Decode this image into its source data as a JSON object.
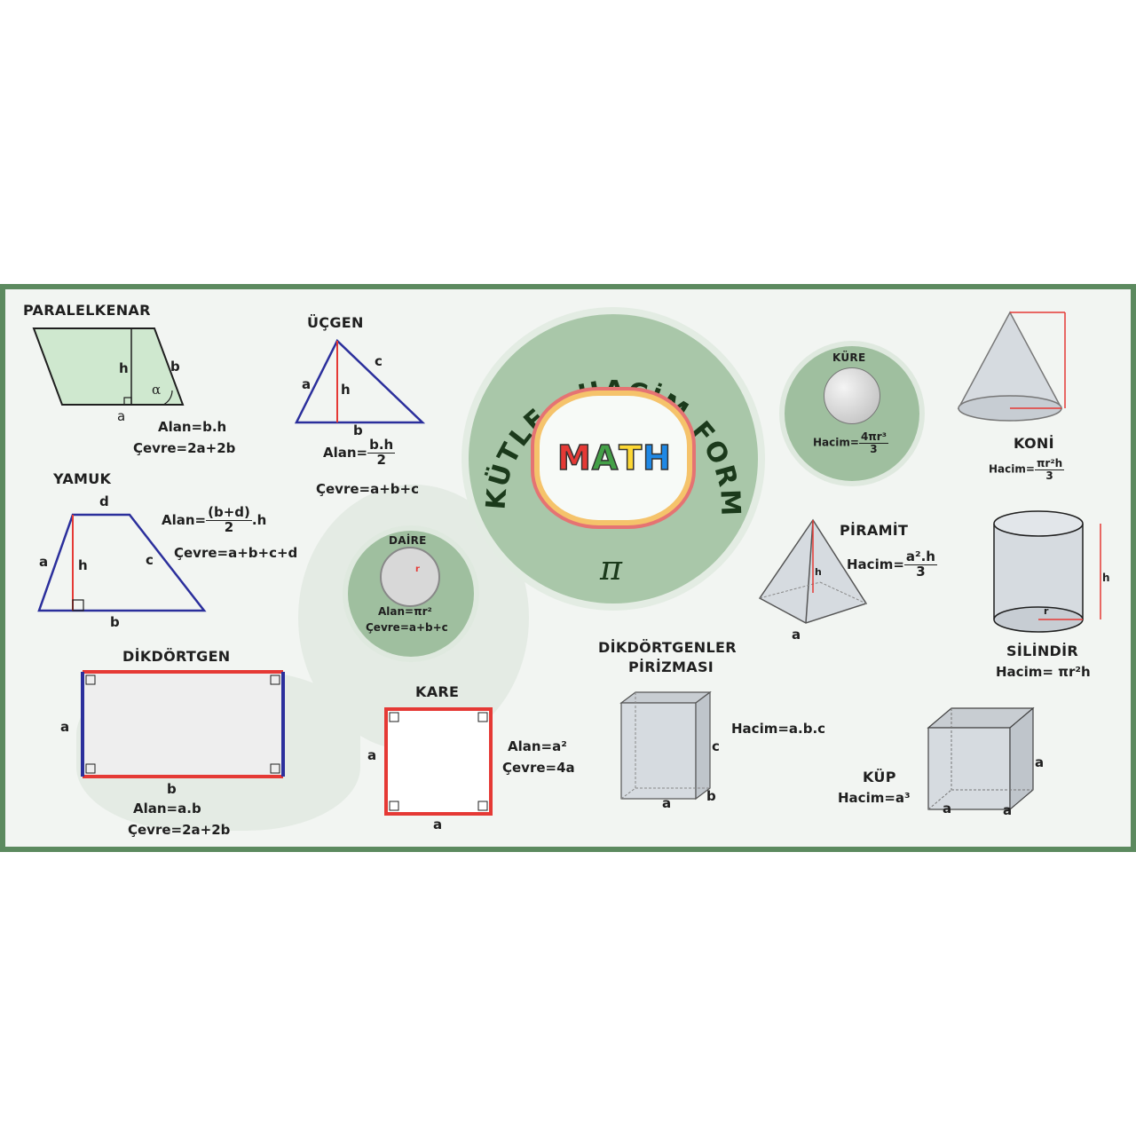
{
  "title": "ALAN - KÜTLE - HACİM FORMÜLLERİ",
  "center_word": [
    "M",
    "A",
    "T",
    "H"
  ],
  "center_word_colors": [
    "#e53935",
    "#43a047",
    "#fdd835",
    "#1e88e5"
  ],
  "pi_symbol": "π",
  "paralelkenar": {
    "title": "PARALELKENAR",
    "h": "h",
    "b": "b",
    "a": "a",
    "alpha": "α",
    "area": "Alan=b.h",
    "perimeter": "Çevre=2a+2b"
  },
  "ucgen": {
    "title": "ÜÇGEN",
    "a": "a",
    "c": "c",
    "h": "h",
    "b": "b",
    "area_prefix": "Alan=",
    "area_num": "b.h",
    "area_den": "2",
    "perimeter": "Çevre=a+b+c"
  },
  "yamuk": {
    "title": "YAMUK",
    "d": "d",
    "a": "a",
    "h": "h",
    "c": "c",
    "b": "b",
    "area_prefix": "Alan=",
    "area_num": "(b+d)",
    "area_den": "2",
    "area_suffix": ".h",
    "perimeter": "Çevre=a+b+c+d"
  },
  "dikdortgen": {
    "title": "DİKDÖRTGEN",
    "a": "a",
    "b": "b",
    "area": "Alan=a.b",
    "perimeter": "Çevre=2a+2b"
  },
  "kare": {
    "title": "KARE",
    "a_side": "a",
    "a_bottom": "a",
    "area": "Alan=a²",
    "perimeter": "Çevre=4a"
  },
  "daire": {
    "title": "DAİRE",
    "r": "r",
    "area": "Alan=πr²",
    "perimeter": "Çevre=a+b+c"
  },
  "kure": {
    "title": "KÜRE",
    "vol_prefix": "Hacim=",
    "vol_num": "4πr³",
    "vol_den": "3"
  },
  "koni": {
    "title": "KONİ",
    "vol_prefix": "Hacim=",
    "vol_num": "πr²h",
    "vol_den": "3"
  },
  "piramit": {
    "title": "PİRAMİT",
    "h": "h",
    "a": "a",
    "vol_prefix": "Hacim=",
    "vol_num": "a².h",
    "vol_den": "3"
  },
  "silindir": {
    "title": "SİLİNDİR",
    "h": "h",
    "r": "r",
    "volume": "Hacim= πr²h"
  },
  "prizma": {
    "title_line1": "DİKDÖRTGENLER",
    "title_line2": "PİRİZMASI",
    "volume": "Hacim=a.b.c",
    "a": "a",
    "b": "b",
    "c": "c"
  },
  "kup": {
    "title": "KÜP",
    "volume": "Hacim=a³",
    "a1": "a",
    "a2": "a",
    "a3": "a"
  }
}
